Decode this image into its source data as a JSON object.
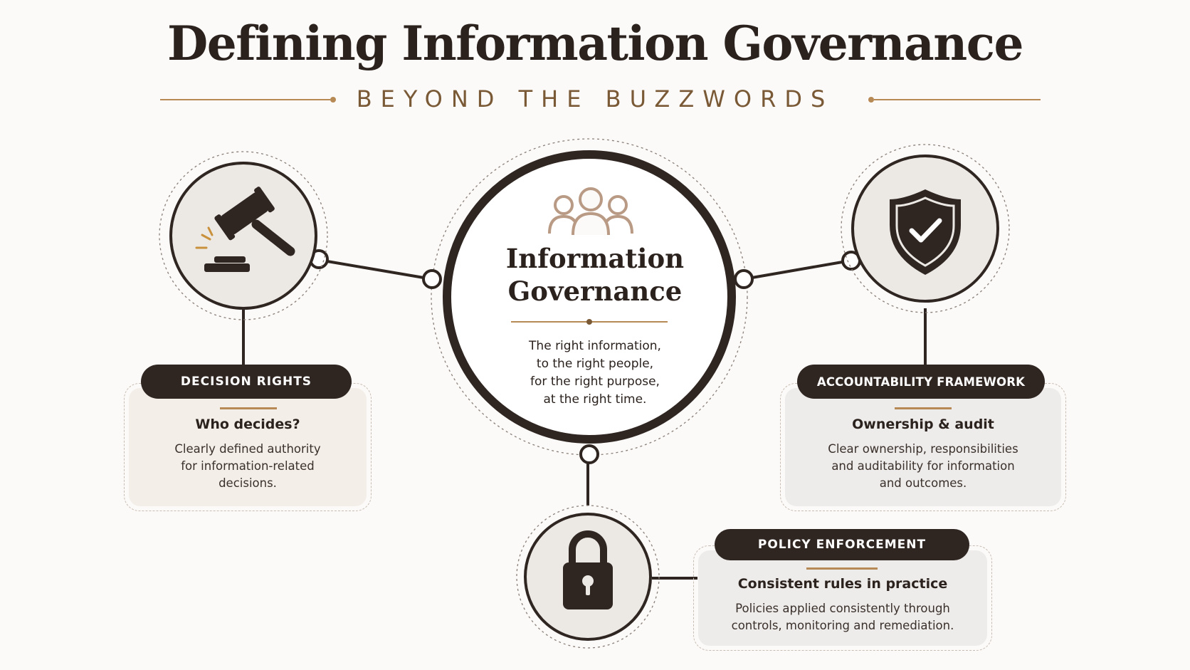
{
  "title": "Defining Information Governance",
  "subtitle": "BEYOND THE BUZZWORDS",
  "center": {
    "title_line1": "Information",
    "title_line2": "Governance",
    "desc_line1": "The right information,",
    "desc_line2": "to the right people,",
    "desc_line3": "for the right purpose,",
    "desc_line4": "at the right time.",
    "icon": "people-group-icon"
  },
  "decision_rights": {
    "label": "DECISION RIGHTS",
    "heading": "Who decides?",
    "text_line1": "Clearly defined authority",
    "text_line2": "for information-related",
    "text_line3": "decisions.",
    "icon": "gavel-icon"
  },
  "accountability": {
    "label": "ACCOUNTABILITY FRAMEWORK",
    "heading": "Ownership & audit",
    "text_line1": "Clear ownership, responsibilities",
    "text_line2": "and auditability for information",
    "text_line3": "and outcomes.",
    "icon": "shield-check-icon"
  },
  "policy": {
    "label": "POLICY ENFORCEMENT",
    "heading": "Consistent rules in practice",
    "text_line1": "Policies applied consistently through",
    "text_line2": "controls, monitoring and remediation.",
    "icon": "padlock-icon"
  },
  "colors": {
    "dark": "#2f2521",
    "accent": "#b78a55",
    "subtitle": "#7a5a36",
    "circle_fill": "#ece9e5",
    "card_warm": "#f3eee8",
    "card_cool": "#eeecea"
  }
}
